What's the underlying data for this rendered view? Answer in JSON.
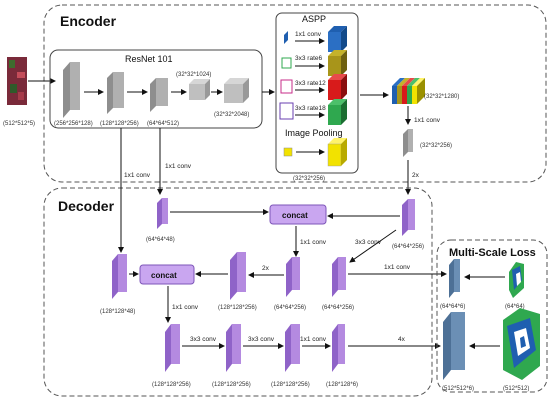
{
  "sections": {
    "encoder": "Encoder",
    "decoder": "Decoder",
    "loss": "Multi-Scale Loss"
  },
  "aspp": {
    "title": "ASPP",
    "branches": [
      "1x1 conv",
      "3x3 rate6",
      "3x3 rate12",
      "3x3 rate18",
      "Image Pooling"
    ],
    "pool_dim": "(32*32*256)"
  },
  "resnet": {
    "title": "ResNet 101",
    "dims": [
      "(256*256*128)",
      "(128*128*256)",
      "(64*64*512)",
      "(32*32*1024)",
      "(32*32*2048)"
    ]
  },
  "input_dim": "(512*512*5)",
  "encoder_out": {
    "concat_dim": "(32*32*1280)",
    "conv_label": "1x1 conv",
    "conv_dim": "(32*32*256)",
    "upsample": "2x"
  },
  "decoder": {
    "concat_label": "concat",
    "skip1_conv": "1x1 conv",
    "skip1_dim": "(64*64*48)",
    "skip2_conv": "1x1 conv",
    "skip2_dim": "(128*128*48)",
    "up_dim": "(64*64*256)",
    "conv3_label": "3x3 conv",
    "a_conv": "1x1 conv",
    "a_dim": "(64*64*256)",
    "b_up": "2x",
    "b_dim": "(128*128*256)",
    "c_dim": "(64*64*256)",
    "d_conv": "1x1 conv",
    "e_conv": "1x1 conv",
    "bottom": [
      "(128*128*256)",
      "(128*128*256)",
      "(128*128*256)",
      "(128*128*6)"
    ],
    "bottom_ops": [
      "3x3 conv",
      "3x3 conv",
      "1x1 conv"
    ],
    "final_up": "4x"
  },
  "loss": {
    "small_dim": "(64*64*6)",
    "small_gt": "(64*64)",
    "large_dim": "(512*512*6)",
    "large_gt": "(512*512)"
  },
  "colors": {
    "resnet_block": "#b0b0b0",
    "decoder_block": "#b48ae0",
    "concat_box": "#c9a6f0",
    "loss_block": "#6b8fb5",
    "aspp_blue": "#1f5fb0",
    "aspp_olive": "#9a8a10",
    "aspp_red": "#d81b1b",
    "aspp_green": "#2fa84f",
    "aspp_yellow": "#f2e200"
  }
}
